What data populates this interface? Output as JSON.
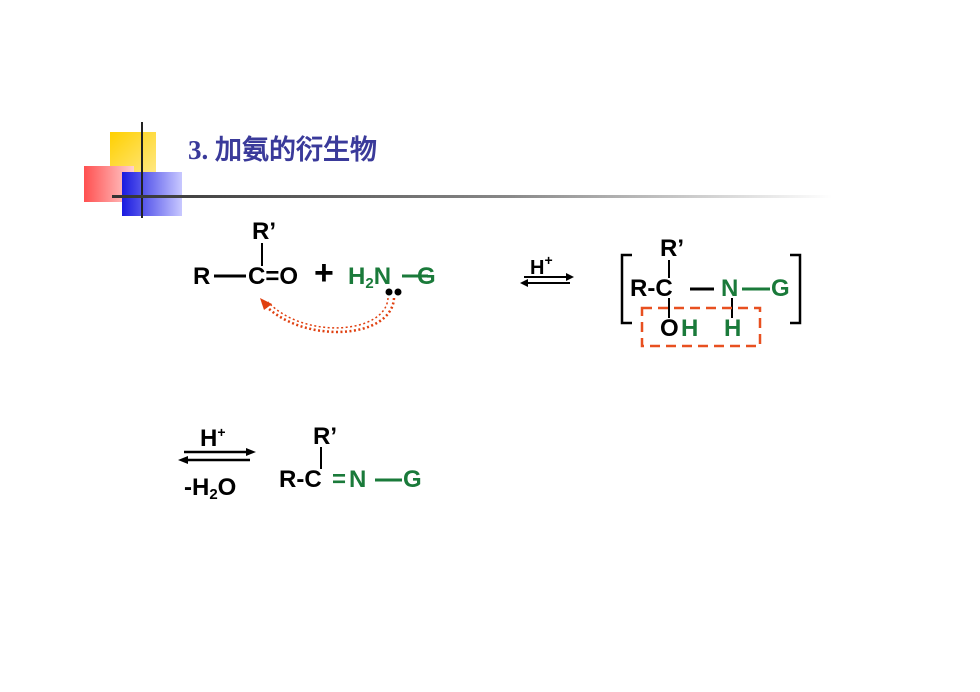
{
  "title": "3.  加氨的衍生物",
  "reactant": {
    "rprime": "R’",
    "left": "R",
    "carbonyl": "C=O",
    "plus": "+",
    "amine_h": "H",
    "amine_sub": "2",
    "amine_n": "N",
    "amine_g": "G"
  },
  "catalyst1": {
    "h": "H",
    "sup": "+"
  },
  "intermediate": {
    "rprime": "R’",
    "rc": "R-C",
    "n": "N",
    "g": "G",
    "o": "O",
    "oh_h": "H",
    "nh_h": "H"
  },
  "step2": {
    "h": "H",
    "sup": "+",
    "minus_h": "-H",
    "h2o_sub": "2",
    "h2o_o": "O"
  },
  "product": {
    "rprime": "R’",
    "rc": "R-C",
    "eq": "=",
    "n": "N",
    "g": "G"
  },
  "colors": {
    "title": "#3a3a9a",
    "green": "#1a7a3a",
    "arrow_red": "#e04010",
    "box_red": "#e85020"
  }
}
